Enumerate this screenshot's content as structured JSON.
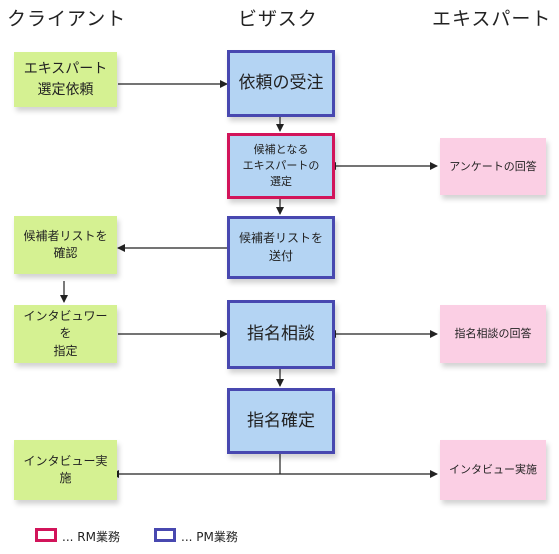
{
  "columns": {
    "client": "クライアント",
    "bizsq": "ビザスク",
    "expert": "エキスパート"
  },
  "client": {
    "select_request": "エキスパート\n選定依頼",
    "confirm_list": "候補者リストを\n確認",
    "specify_interviewer": "インタビュワーを\n指定",
    "interview": "インタビュー実施"
  },
  "bizsq": {
    "receive_request": "依頼の受注",
    "select_candidates": "候補となる\nエキスパートの\n選定",
    "send_list": "候補者リストを\n送付",
    "nomination_consult": "指名相談",
    "nomination_confirm": "指名確定"
  },
  "expert": {
    "survey_answer": "アンケートの回答",
    "nomination_answer": "指名相談の回答",
    "interview": "インタビュー実施"
  },
  "legend": {
    "rm": "... RM業務",
    "pm": "... PM業務"
  },
  "colors": {
    "client_note": "#d5f192",
    "expert_note": "#fbcfe4",
    "bizsq_box": "#b4d4f3",
    "pm_border": "#4848b0",
    "rm_border": "#d2145a"
  }
}
